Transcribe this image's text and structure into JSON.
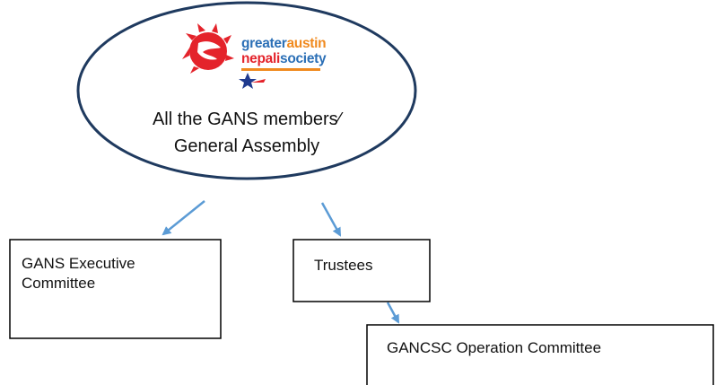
{
  "colors": {
    "ellipse_stroke": "#1f3a5f",
    "arrow": "#5b9bd5",
    "box_stroke": "#000000",
    "logo_red": "#e4232b",
    "logo_blue": "#2b6fb6",
    "logo_orange": "#f08a1f",
    "logo_underline": "#f08a1f",
    "logo_star_blue": "#1f3a8f"
  },
  "root": {
    "logo": {
      "line1_part1": "greater",
      "line1_part2": "austin",
      "line2_part1": "nepali",
      "line2_part2": "society"
    },
    "line1": "All the GANS members⁄",
    "line2": "General Assembly"
  },
  "nodes": {
    "executive": {
      "line1": "GANS Executive",
      "line2": "Committee"
    },
    "trustees": {
      "line1": "Trustees"
    },
    "operation": {
      "line1": "GANCSC Operation Committee"
    }
  }
}
